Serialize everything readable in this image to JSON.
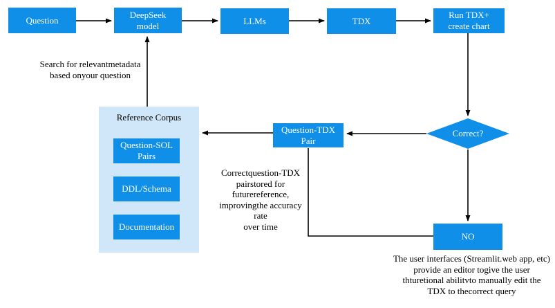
{
  "colors": {
    "box_blue": "#0f8fe8",
    "panel_blue": "#cfe7f8",
    "text_white": "#ffffff",
    "text_black": "#000000",
    "arrow_black": "#000000"
  },
  "nodes": {
    "question": "Question",
    "deepseek_model": "DeepSeek\nmodel",
    "llms": "LLMs",
    "tdx": "TDX",
    "run_tdx_create_chart": "Run TDX+\ncreate chart",
    "correct": "Correct?",
    "question_tdx_pair": "Question-TDX\nPair",
    "no": "NO"
  },
  "reference_corpus": {
    "title": "Reference Corpus",
    "question_sol_pairs": "Question-SOL\nPairs",
    "ddl_schema": "DDL/Schema",
    "documentation": "Documentation"
  },
  "annotations": {
    "search_note": "Search for relevantmetadata\nbased onyour question",
    "pair_note": "Correctquestion-TDX\npairstored for\nfuturereference,\nimprovingthe accuracy\nrate\nover time",
    "user_note": "The user interfaces (Streamlit.web app, etc)\nprovide an editor togive the user\nthturetional abilitvto manually edit the\nTDX to thecorrect query"
  }
}
